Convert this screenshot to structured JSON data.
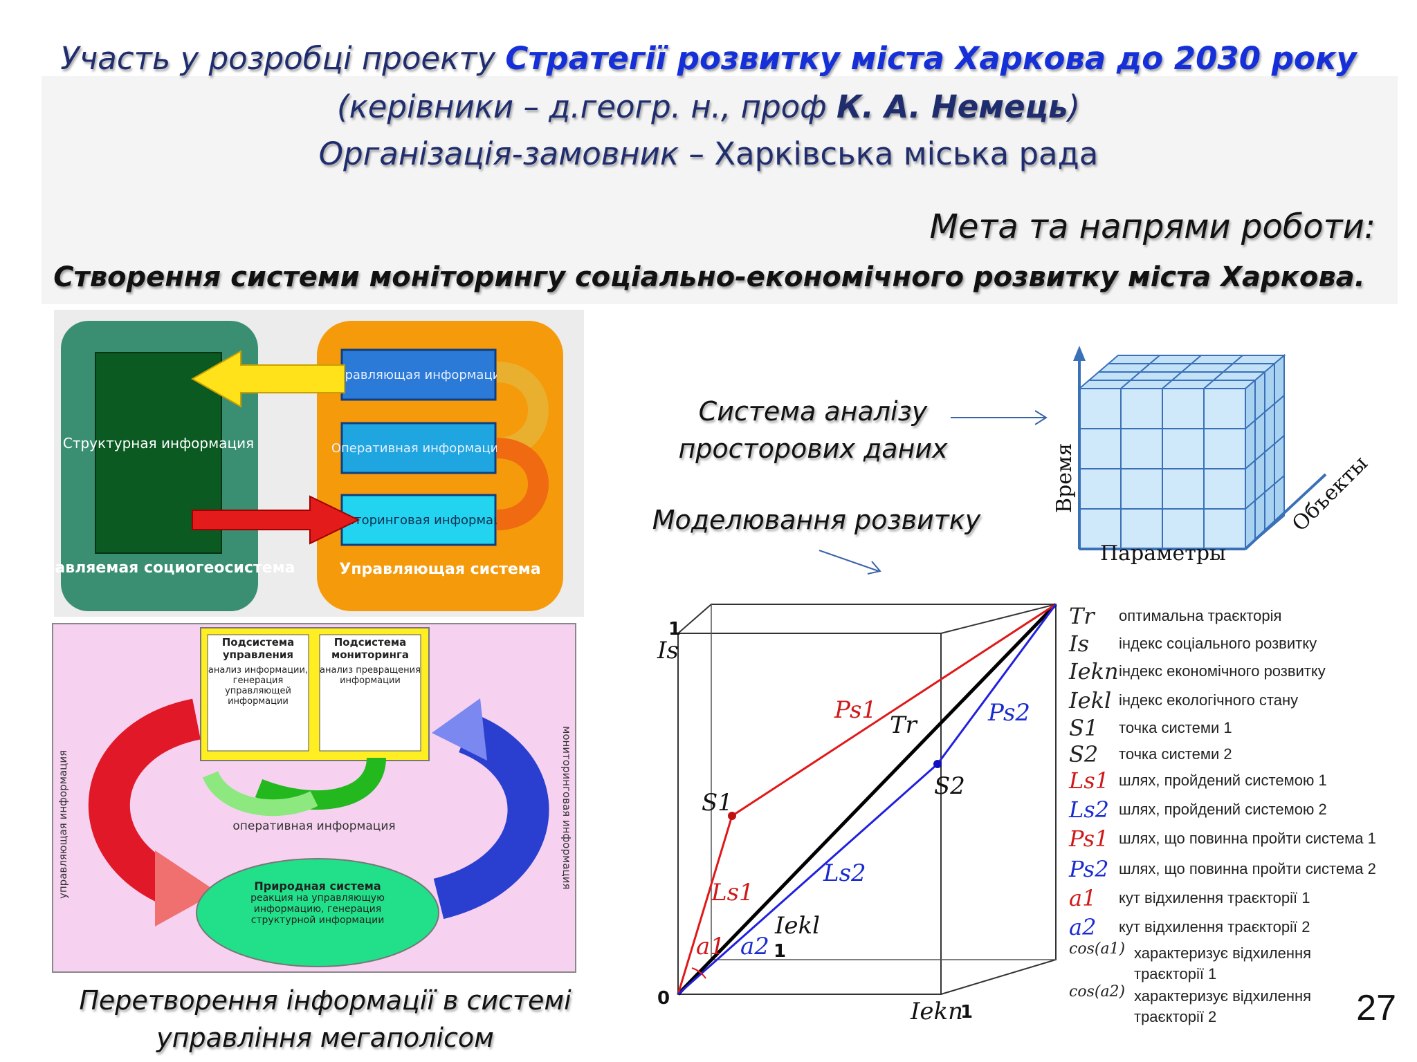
{
  "header": {
    "line1_prefix": "Участь у розробці проекту ",
    "line1_strong": "Стратегії розвитку міста Харкова до 2030 року",
    "line2_prefix": "(керівники – д.геогр. н., проф ",
    "line2_strong": "К. А. Немець",
    "line2_suffix": ")",
    "line3_prefix": "Організація-замовник – ",
    "line3_suffix": "Харківська міська рада"
  },
  "goal": {
    "heading": "Мета та напрями роботи:",
    "text": "Створення системи моніторингу соціально-економічного розвитку міста Харкова."
  },
  "diagram_top_left": {
    "controlled_inner": "Структурная информация",
    "controlled_label": "Управляемая социогеосистема",
    "control_system_label": "Управляющая система",
    "box1": "Управляющая информация",
    "box2": "Оперативная информация",
    "box3": "Мониторинговая информация"
  },
  "diagram_bottom_left": {
    "sub_control_title": "Подсистема управления",
    "sub_control_text": "анализ информации, генерация управляющей информации",
    "sub_monitor_title": "Подсистема мониторинга",
    "sub_monitor_text": "анализ превращения информации",
    "operative": "оперативная информация",
    "nature_title": "Природная система",
    "nature_text": "реакция на управляющую информацию, генерация структурной информации",
    "left_vertical": "управляющая информация",
    "right_vertical": "мониторинговая информация"
  },
  "caption_left": {
    "line1": "Перетворення інформації в системі",
    "line2": "управління мегаполісом"
  },
  "spatial": {
    "line1": "Система аналізу",
    "line2": "просторових даних",
    "axis_time": "Время",
    "axis_objects": "Объекты",
    "axis_params": "Параметры"
  },
  "modelling_label": "Моделювання розвитку",
  "graph": {
    "labels": {
      "one_top": "1",
      "is": "Is",
      "zero": "0",
      "iekn": "Iekn",
      "one_right": "1",
      "iekl": "Iekl",
      "one_mid": "1",
      "s1": "S1",
      "s2": "S2",
      "tr": "Tr",
      "ps1": "Ps1",
      "ps2": "Ps2",
      "ls1": "Ls1",
      "ls2": "Ls2",
      "a1": "a1",
      "a2": "a2"
    },
    "legend": [
      {
        "sym": "Tr",
        "text": "оптимальна траєкторія",
        "color": "#222222"
      },
      {
        "sym": "Is",
        "text": "індекс соціального розвитку",
        "color": "#222222"
      },
      {
        "sym": "Iekn",
        "text": "індекс економічного розвитку",
        "color": "#222222"
      },
      {
        "sym": "Iekl",
        "text": "індекс екологічного стану",
        "color": "#222222"
      },
      {
        "sym": "S1",
        "text": "точка системи 1",
        "color": "#222222"
      },
      {
        "sym": "S2",
        "text": "точка системи 2",
        "color": "#222222"
      },
      {
        "sym": "Ls1",
        "text": "шлях, пройдений системою 1",
        "color": "#d01818"
      },
      {
        "sym": "Ls2",
        "text": "шлях, пройдений системою 2",
        "color": "#1a2bd0"
      },
      {
        "sym": "Ps1",
        "text": "шлях, що повинна пройти система 1",
        "color": "#d01818"
      },
      {
        "sym": "Ps2",
        "text": "шлях, що повинна пройти система 2",
        "color": "#1a2bd0"
      },
      {
        "sym": "a1",
        "text": "кут відхилення траєкторії 1",
        "color": "#d01818"
      },
      {
        "sym": "a2",
        "text": "кут відхилення траєкторії 2",
        "color": "#1a2bd0"
      },
      {
        "sym": "cos(a1)",
        "text": "характеризує відхилення",
        "text2": "траєкторії 1",
        "color": "#222222"
      },
      {
        "sym": "cos(a2)",
        "text": "характеризує відхилення",
        "text2": "траєкторії 2",
        "color": "#222222"
      }
    ]
  },
  "page_number": "27"
}
